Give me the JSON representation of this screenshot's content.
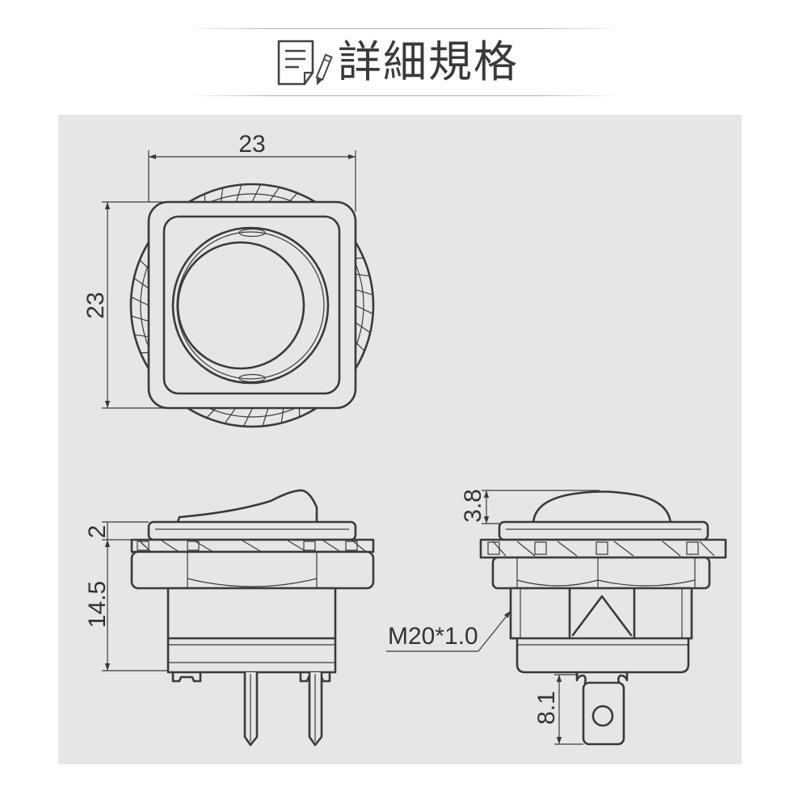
{
  "header": {
    "title": "詳細規格",
    "icon": "spec-document-pen-icon"
  },
  "front_view": {
    "width_label": "23",
    "height_label": "23"
  },
  "side_view": {
    "flange_label": "2",
    "height_label": "14.5"
  },
  "rear_view": {
    "dome_label": "3.8",
    "thread_label": "M20*1.0",
    "terminal_label": "8.1"
  },
  "colors": {
    "panel": "#e6e6e6",
    "line": "#3a3a3a",
    "title": "#3a3a3a"
  }
}
